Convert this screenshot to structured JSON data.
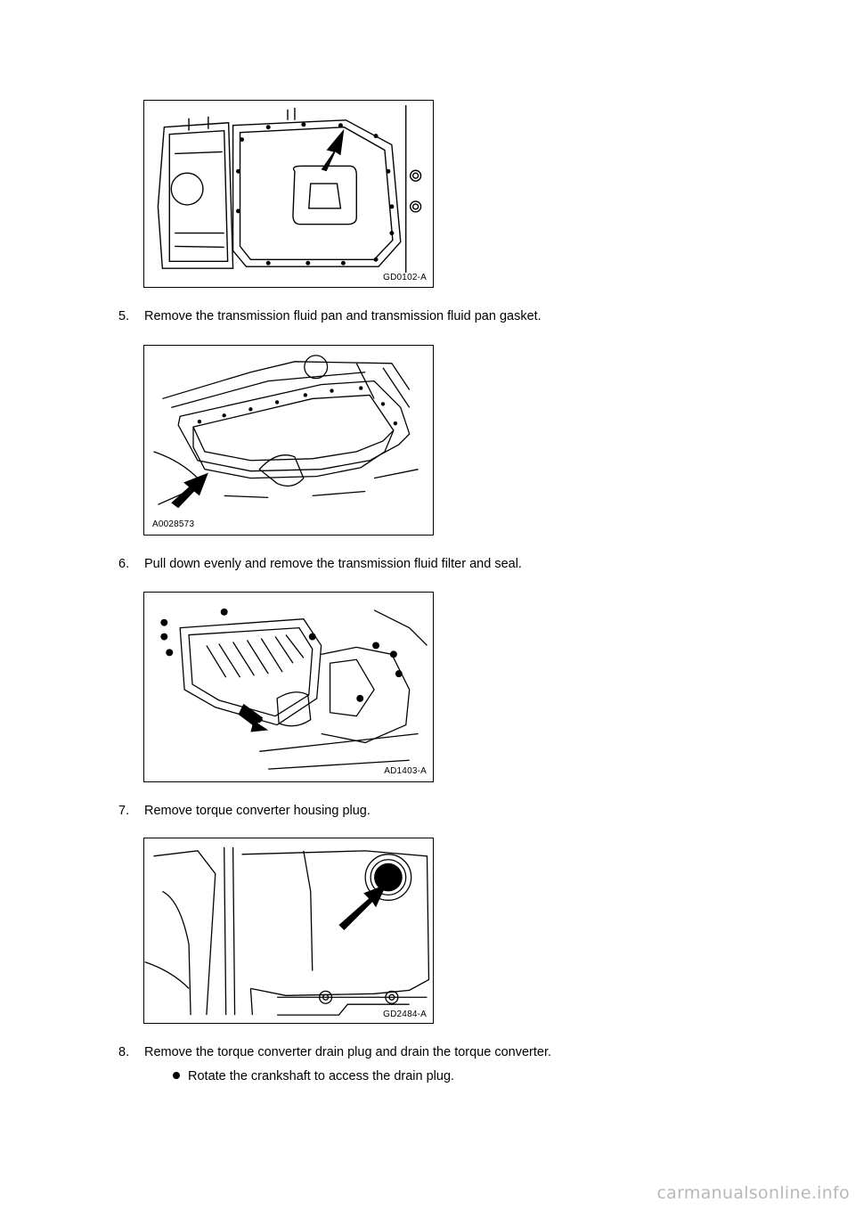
{
  "figures": [
    {
      "code": "GD0102-A"
    },
    {
      "code": "A0028573"
    },
    {
      "code": "AD1403-A"
    },
    {
      "code": "GD2484-A"
    }
  ],
  "steps": [
    {
      "number": "5.",
      "text": "Remove the transmission fluid pan and transmission fluid pan gasket."
    },
    {
      "number": "6.",
      "text": "Pull down evenly and remove the transmission fluid filter and seal."
    },
    {
      "number": "7.",
      "text": "Remove torque converter housing plug."
    },
    {
      "number": "8.",
      "text": "Remove the torque converter drain plug and drain the torque converter."
    }
  ],
  "sub_bullets": [
    {
      "text": "Rotate the crankshaft to access the drain plug."
    }
  ],
  "watermark": "carmanualsonline.info"
}
